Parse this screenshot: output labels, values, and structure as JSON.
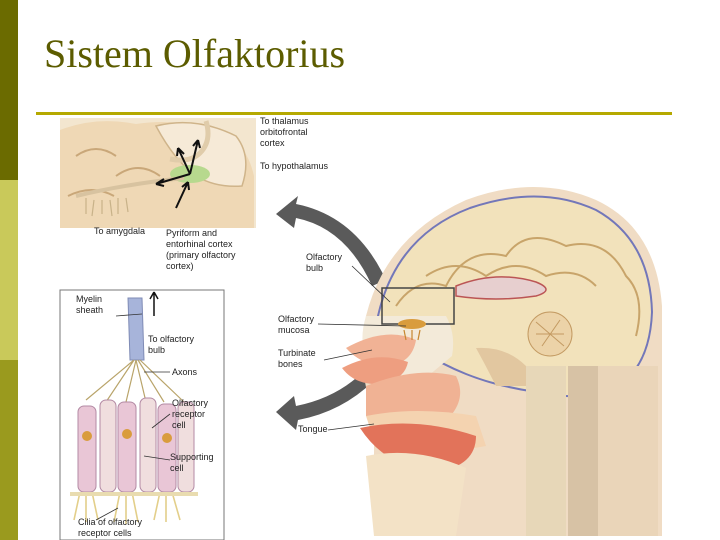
{
  "slide": {
    "title": "Sistem Olfaktorius",
    "accent_color": "#b5a900",
    "sidebar_colors": [
      "#6b6b00",
      "#c9c95a",
      "#9a9a1e"
    ]
  },
  "figure": {
    "labels": {
      "to_thalamus": "To thalamus\norbitofrontal\ncortex",
      "to_hypothalamus": "To hypothalamus",
      "to_amygdala": "To amygdala",
      "pyriform": "Pyriform and\nentorhinal cortex\n(primary olfactory\ncortex)",
      "olfactory_bulb": "Olfactory\nbulb",
      "olfactory_mucosa": "Olfactory\nmucosa",
      "turbinate_bones": "Turbinate\nbones",
      "tongue": "Tongue",
      "myelin_sheath": "Myelin\nsheath",
      "to_olfactory_bulb": "To olfactory\nbulb",
      "axons": "Axons",
      "receptor_cell": "Olfactory\nreceptor\ncell",
      "supporting_cell": "Supporting\ncell",
      "cilia": "Cilia of olfactory\nreceptor cells"
    }
  }
}
